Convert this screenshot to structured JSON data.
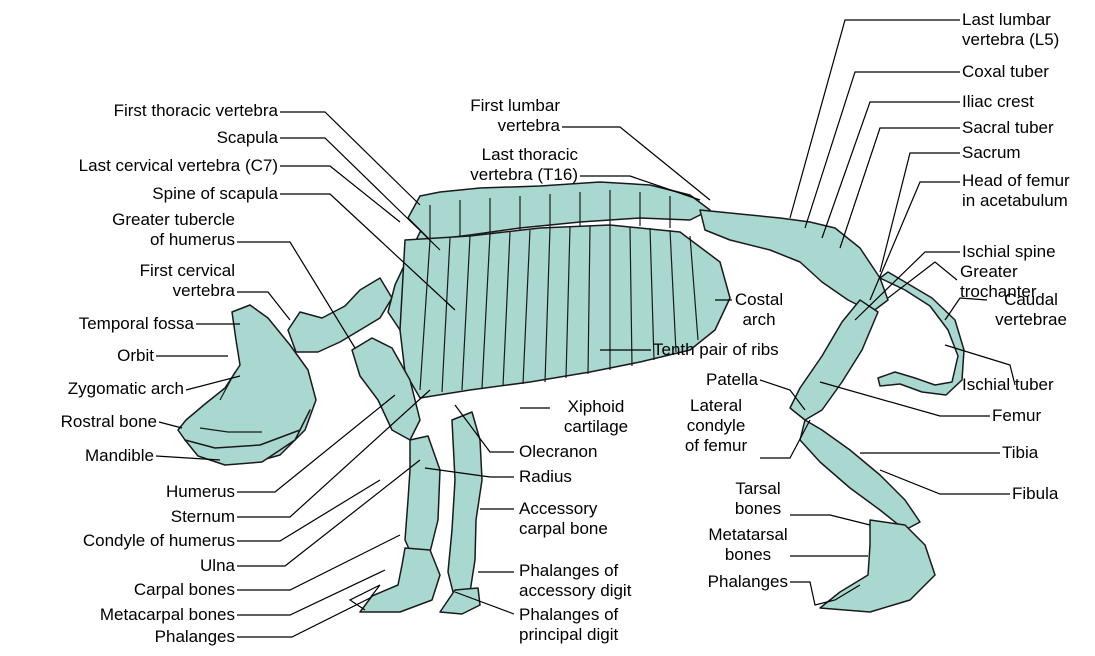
{
  "colors": {
    "bone": "#a8d8d0",
    "outline": "#1a1a1a",
    "leader": "#000000"
  },
  "labels": {
    "first_thoracic": "First thoracic vertebra",
    "scapula": "Scapula",
    "last_cervical": "Last cervical vertebra (C7)",
    "spine_scapula": "Spine of scapula",
    "greater_tubercle": [
      "Greater tubercle",
      "of humerus"
    ],
    "first_cervical": [
      "First cervical",
      "vertebra"
    ],
    "temporal_fossa": "Temporal fossa",
    "orbit": "Orbit",
    "zygomatic_arch": "Zygomatic arch",
    "rostral_bone": "Rostral bone",
    "mandible": "Mandible",
    "humerus": "Humerus",
    "sternum": "Sternum",
    "condyle_humerus": "Condyle of humerus",
    "ulna": "Ulna",
    "carpal_bones": "Carpal bones",
    "metacarpal_bones": "Metacarpal bones",
    "phalanges_front": "Phalanges",
    "first_lumbar": [
      "First lumbar",
      "vertebra"
    ],
    "last_thoracic": [
      "Last thoracic",
      "vertebra (T16)"
    ],
    "costal_arch": [
      "Costal",
      "arch"
    ],
    "tenth_ribs": "Tenth pair of ribs",
    "xiphoid": [
      "Xiphoid",
      "cartilage"
    ],
    "olecranon": "Olecranon",
    "radius": "Radius",
    "accessory_carpal": [
      "Accessory",
      "carpal bone"
    ],
    "phalanges_accessory": [
      "Phalanges of",
      "accessory digit"
    ],
    "phalanges_principal": [
      "Phalanges of",
      "principal digit"
    ],
    "last_lumbar": [
      "Last lumbar",
      "vertebra (L5)"
    ],
    "coxal_tuber": "Coxal tuber",
    "iliac_crest": "Iliac crest",
    "sacral_tuber": "Sacral tuber",
    "sacrum": "Sacrum",
    "head_femur": [
      "Head of femur",
      "in acetabulum"
    ],
    "ischial_spine": "Ischial spine",
    "greater_trochanter": [
      "Greater",
      "trochanter"
    ],
    "caudal_vertebrae": [
      "Caudal",
      "vertebrae"
    ],
    "ischial_tuber": "Ischial tuber",
    "femur": "Femur",
    "tibia": "Tibia",
    "fibula": "Fibula",
    "patella": "Patella",
    "lateral_condyle": [
      "Lateral",
      "condyle",
      "of femur"
    ],
    "tarsal_bones": [
      "Tarsal",
      "bones"
    ],
    "metatarsal_bones": [
      "Metatarsal",
      "bones"
    ],
    "phalanges_hind": "Phalanges"
  }
}
